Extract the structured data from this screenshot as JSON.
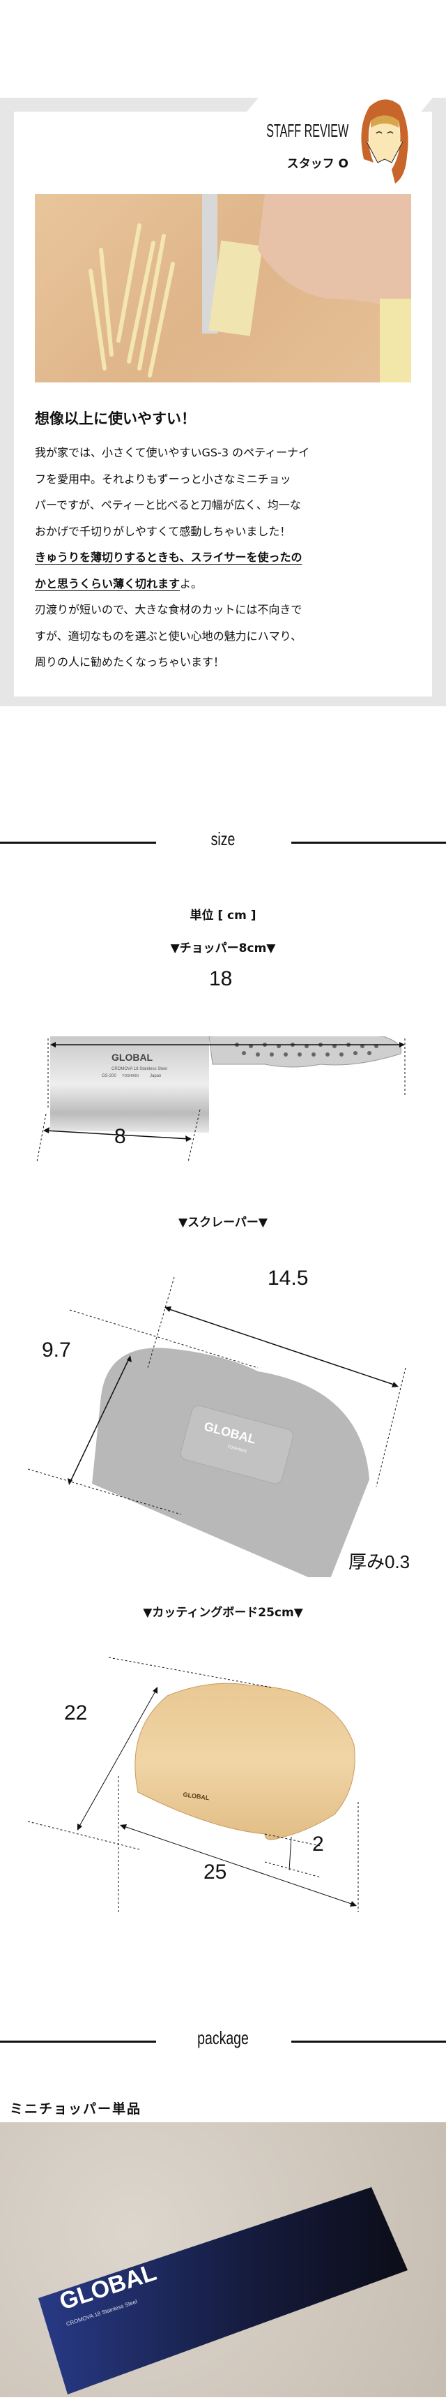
{
  "review": {
    "section_label": "STAFF REVIEW",
    "staff_name": "スタッフ O",
    "heading": "想像以上に使いやすい！",
    "lines": [
      "我が家では、小さくて使いやすいGS-3 のペティーナイ",
      "フを愛用中。それよりもずーっと小さなミニチョッ",
      "パーですが、ペティーと比べると刀幅が広く、均一な",
      "おかげで千切りがしやすくて感動しちゃいました！"
    ],
    "emphasis_line1": "きゅうりを薄切りするときも、スライサーを使ったの",
    "emphasis_line2": "かと思うくらい薄く切れます",
    "emphasis_tail": "よ。",
    "lines2": [
      "刃渡りが短いので、大きな食材のカットには不向きで",
      "すが、適切なものを選ぶと使い心地の魅力にハマり、",
      "周りの人に勧めたくなっちゃいます！"
    ]
  },
  "size": {
    "title": "size",
    "unit": "単位 [ cm ]",
    "chopper": {
      "label": "▼チョッパー8cm▼",
      "length": "18",
      "blade": "8",
      "brand": "GLOBAL",
      "engraving": "CROMOVA 18 Stainless Steel",
      "model": "GS-200",
      "maker": "YOSHIKIN",
      "origin": "Japan"
    },
    "scraper": {
      "label": "▼スクレーパー▼",
      "width": "14.5",
      "height": "9.7",
      "thickness": "厚み0.3",
      "brand": "GLOBAL",
      "maker": "YOSHIKIN"
    },
    "board": {
      "label": "▼カッティングボード25cm▼",
      "depth": "22",
      "thickness": "2",
      "width": "25",
      "brand": "GLOBAL"
    }
  },
  "package": {
    "title": "package",
    "item_label": "ミニチョッパー単品",
    "box_brand": "GLOBAL",
    "box_sub": "CROMOVA 18 Stainless Steel",
    "box_color": "#1f2a5c"
  }
}
